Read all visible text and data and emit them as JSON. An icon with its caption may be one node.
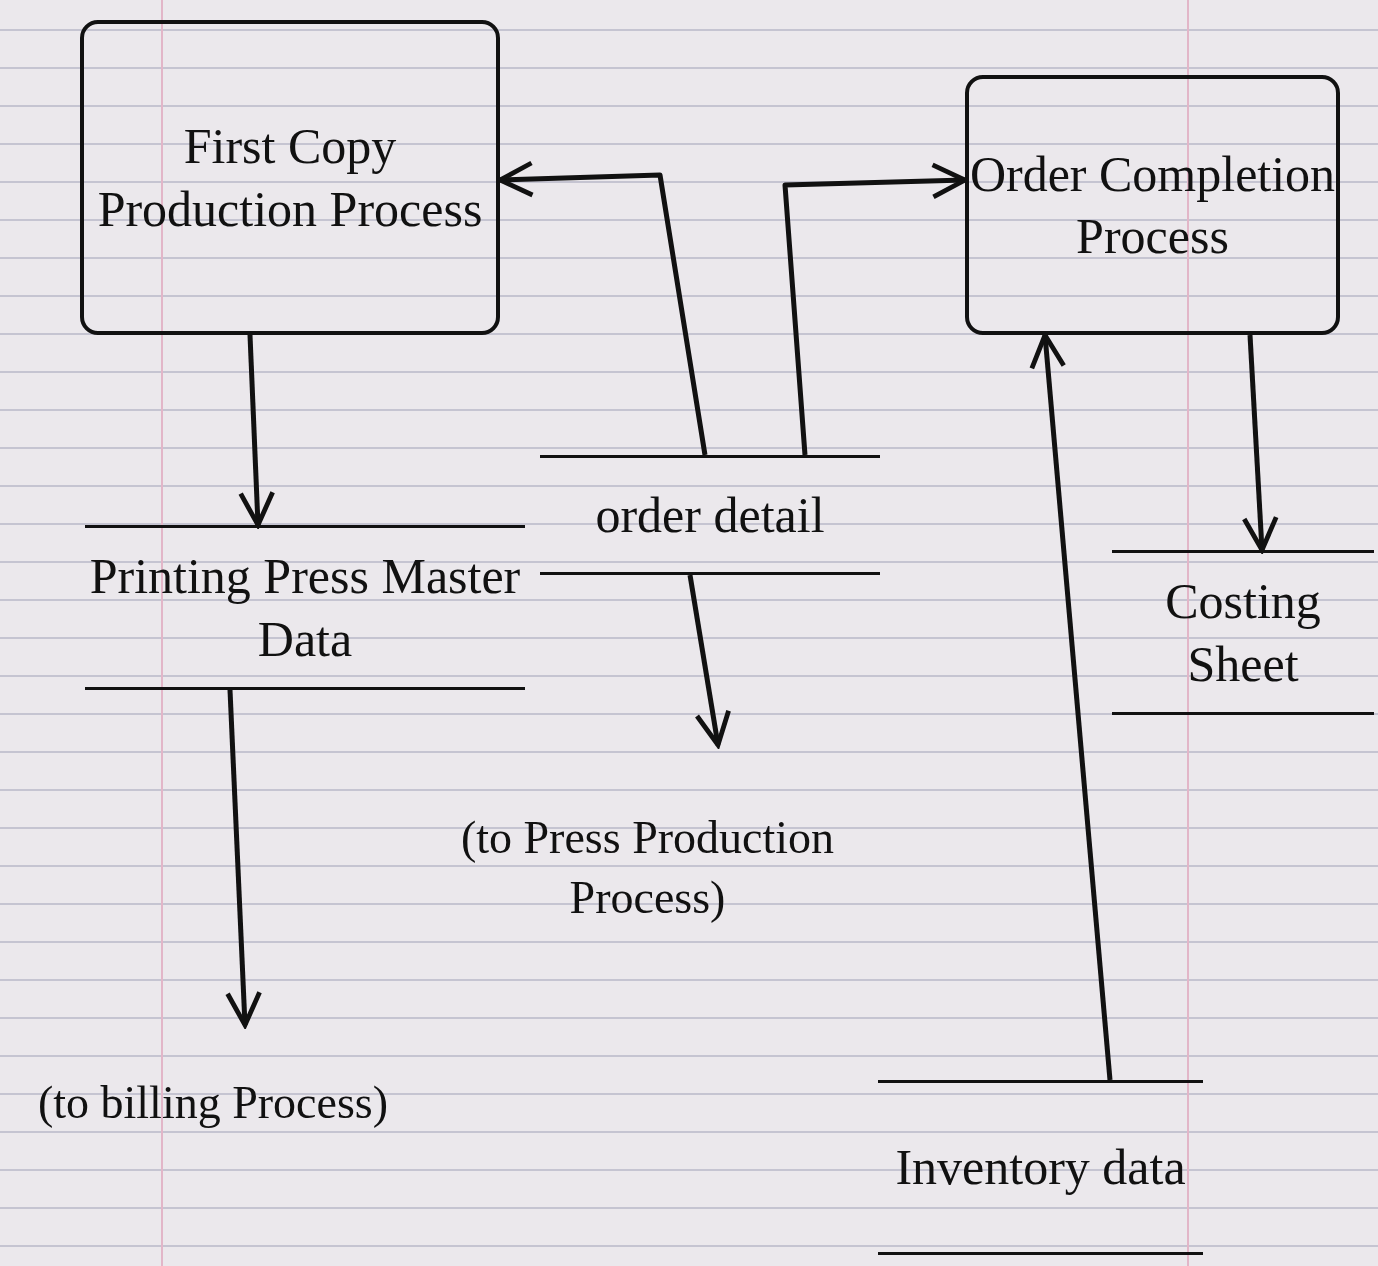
{
  "diagram": {
    "nodes": [
      {
        "text": [
          "First Copy Production Process"
        ]
      },
      {
        "text": [
          "Order Completion Process"
        ]
      },
      {
        "text": [
          "order detail"
        ]
      },
      {
        "text": [
          "Printing Press Master Data"
        ]
      },
      {
        "text": [
          "(to Press Production Process)"
        ]
      },
      {
        "text": [
          "Costing Sheet"
        ]
      },
      {
        "text": [
          "(to billing Process)"
        ]
      },
      {
        "text": [
          "Inventory data"
        ]
      }
    ],
    "edges": [
      {
        "from": 2,
        "to": 0,
        "arrow": "to"
      },
      {
        "from": 2,
        "to": 1,
        "arrow": "to"
      },
      {
        "from": 0,
        "to": 3,
        "arrow": "to"
      },
      {
        "from": 2,
        "to": 4,
        "arrow": "to"
      },
      {
        "from": 3,
        "to": 6,
        "arrow": "to"
      },
      {
        "from": 7,
        "to": 1,
        "arrow": "to"
      },
      {
        "from": 1,
        "to": 5,
        "arrow": "to"
      }
    ]
  }
}
